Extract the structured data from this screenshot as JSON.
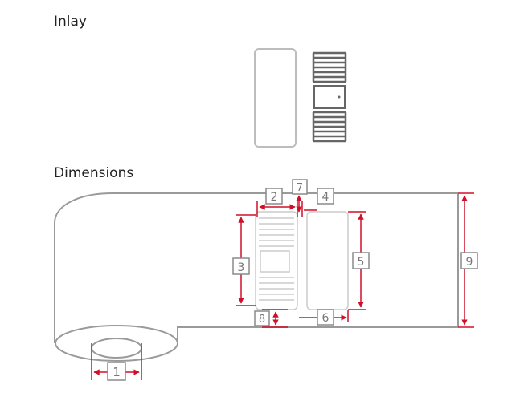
{
  "headings": {
    "inlay": "Inlay",
    "dimensions": "Dimensions"
  },
  "dimension_labels": [
    "1",
    "2",
    "3",
    "4",
    "5",
    "6",
    "7",
    "8",
    "9"
  ],
  "colors": {
    "outline": "#9a9a9a",
    "light_outline": "#cccccc",
    "antenna": "#666666",
    "dimension": "#d0102a",
    "label_border": "#8a8a8a",
    "label_text": "#777777"
  }
}
